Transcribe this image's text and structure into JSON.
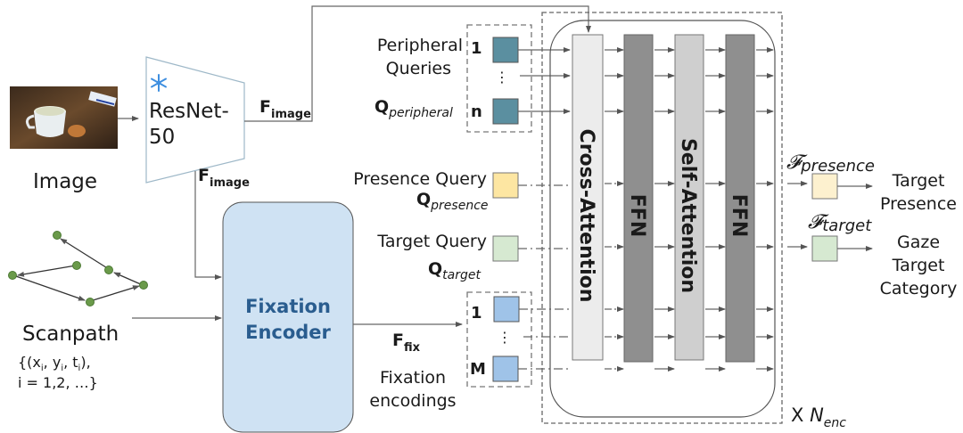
{
  "image_input": {
    "label": "Image",
    "photo_desc": "cup-of-milk-on-wooden-table"
  },
  "backbone": {
    "name_line1": "ResNet-",
    "name_line2": "50",
    "frozen_icon": "snowflake-icon"
  },
  "features": {
    "image_top": {
      "main": "F",
      "sub": "image"
    },
    "image_down": {
      "main": "F",
      "sub": "image"
    },
    "fix": {
      "main": "F",
      "sub": "fix"
    }
  },
  "scanpath": {
    "label": "Scanpath",
    "formula_line1_parts": [
      "{(x",
      "i",
      ", y",
      "i",
      ", t",
      "i",
      "),"
    ],
    "formula_line2": "i = 1,2, …}"
  },
  "fixation_encoder": {
    "line1": "Fixation",
    "line2": "Encoder"
  },
  "fixation_encodings": {
    "label_line1": "Fixation",
    "label_line2": "encodings",
    "first_index": "1",
    "last_index": "M",
    "ellipsis": "⋮"
  },
  "peripheral": {
    "label_line1": "Peripheral",
    "label_line2": "Queries",
    "q_main": "Q",
    "q_sub": "peripheral",
    "first_index": "1",
    "last_index": "n",
    "ellipsis": "⋮"
  },
  "presence_query": {
    "label": "Presence Query",
    "q_main": "Q",
    "q_sub": "presence"
  },
  "target_query": {
    "label": "Target  Query",
    "q_main": "Q",
    "q_sub": "target"
  },
  "transformer": {
    "blocks": [
      "Cross-Attention",
      "FFN",
      "Self-Attention",
      "FFN"
    ],
    "repeat_prefix": "X ",
    "repeat_main": "N",
    "repeat_sub": "enc"
  },
  "heads": [
    {
      "symbol": "𝓕",
      "sub": "presence",
      "output_line1": "Target",
      "output_line2": "Presence",
      "output_line3": ""
    },
    {
      "symbol": "𝓕",
      "sub": "target",
      "output_line1": "Gaze",
      "output_line2": "Target",
      "output_line3": "Category"
    }
  ],
  "colors": {
    "peripheral_box": "#5b8fa0",
    "presence_box": "#fde6a2",
    "target_box": "#d6e9d1",
    "fixation_box": "#9fc3e8",
    "encoder_fill": "#cfe2f3",
    "encoder_text": "#2a5d8f",
    "cross_attn": "#ececec",
    "ffn": "#8f8f8f",
    "self_attn": "#cfcfcf",
    "presence_head": "#fdf1cf",
    "target_head": "#d6e9d1",
    "scan_dot": "#6a9a4a"
  }
}
